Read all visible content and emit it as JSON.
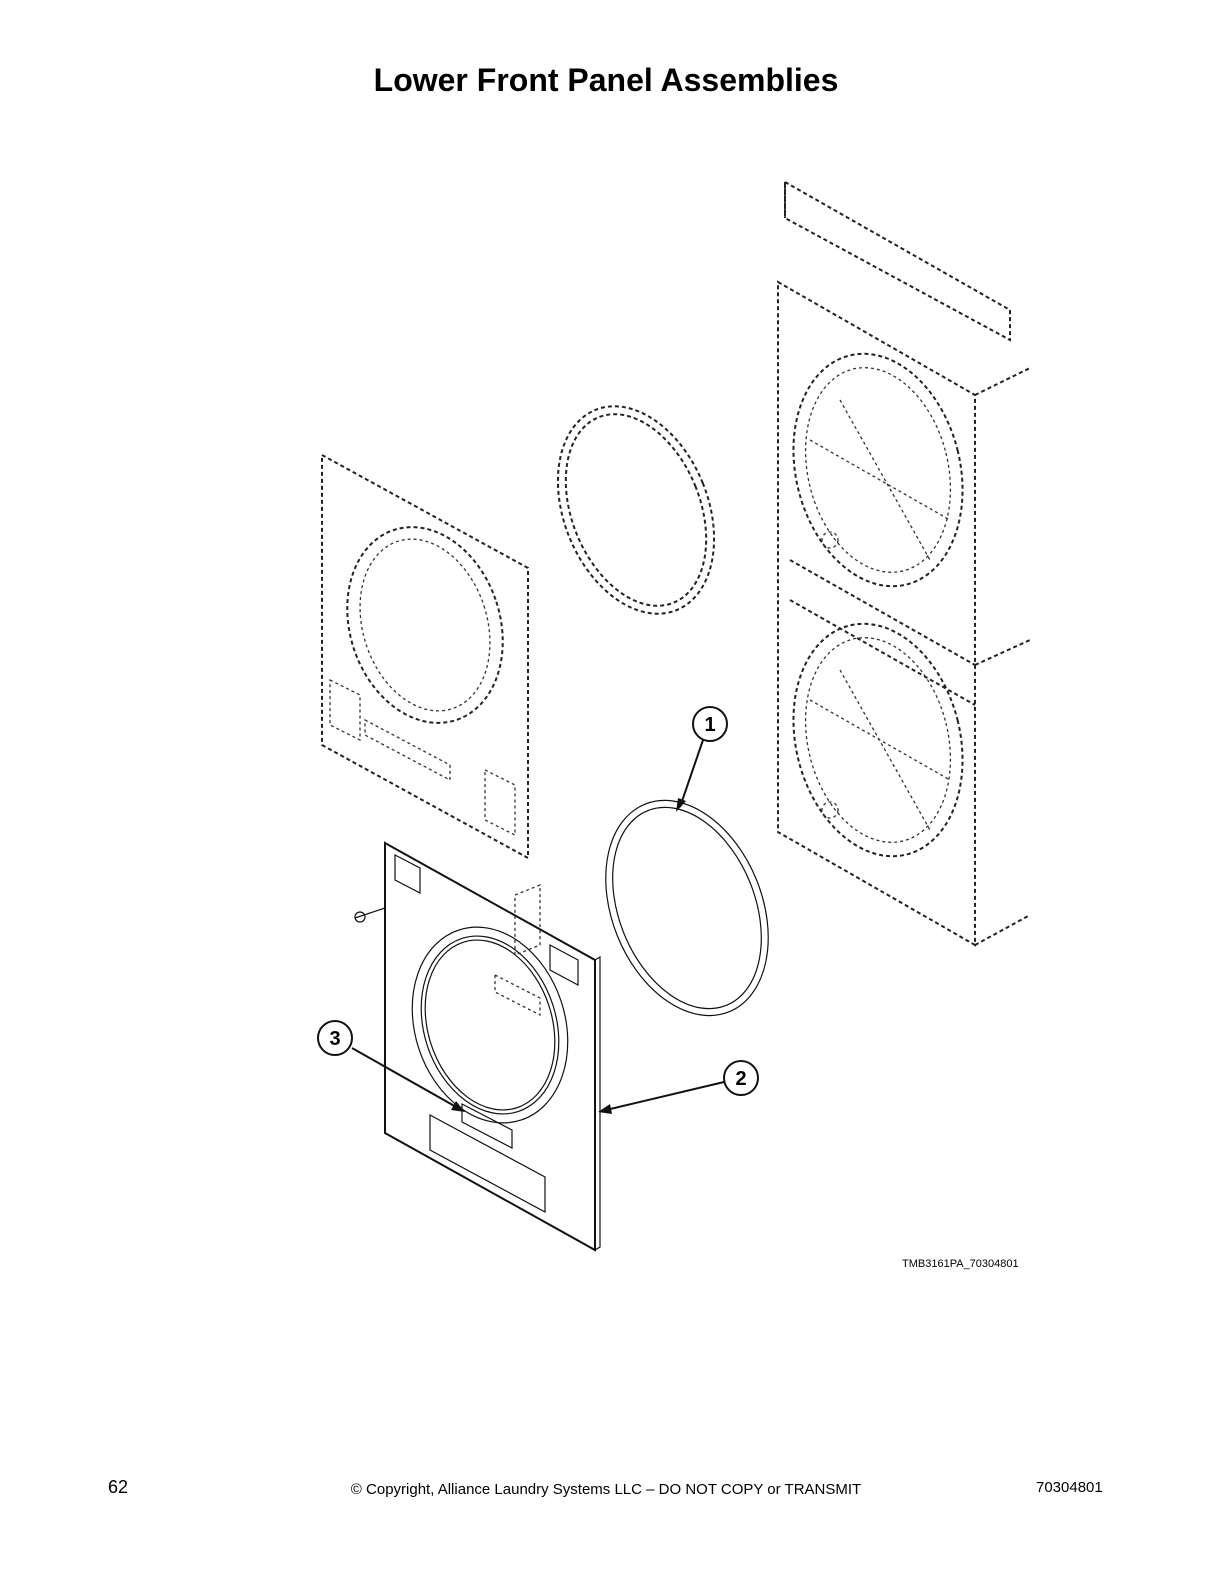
{
  "page": {
    "title": "Lower Front Panel Assemblies",
    "figure_id": "TMB3161PA_70304801",
    "page_number": "62",
    "copyright": "© Copyright, Alliance Laundry Systems LLC – DO NOT COPY or TRANSMIT",
    "doc_number": "70304801"
  },
  "callouts": [
    {
      "label": "1"
    },
    {
      "label": "2"
    },
    {
      "label": "3"
    }
  ]
}
